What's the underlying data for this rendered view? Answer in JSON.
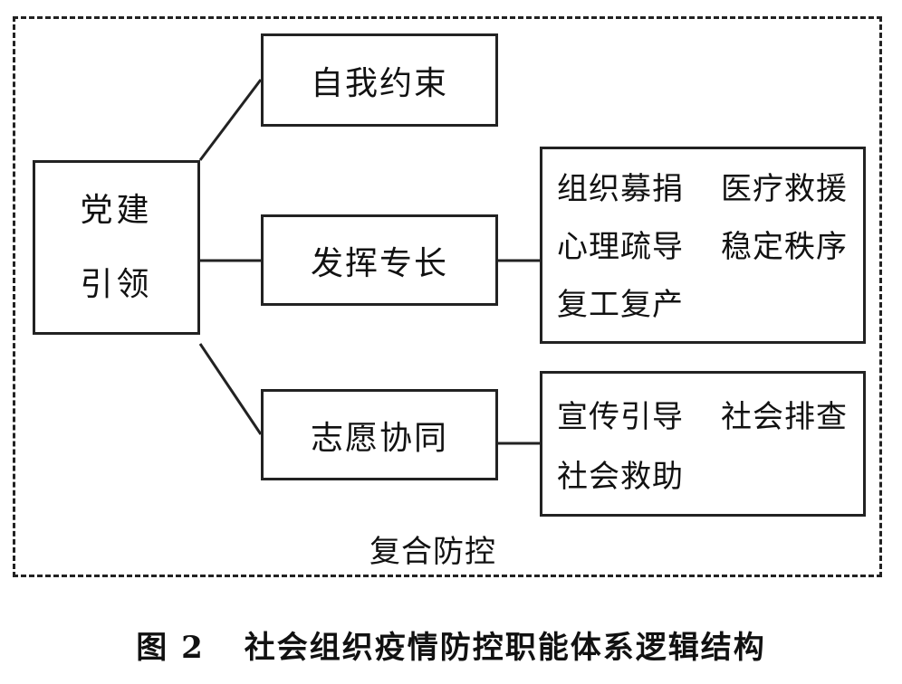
{
  "diagram": {
    "root": {
      "line1": "党建",
      "line2": "引领"
    },
    "branches": [
      {
        "label": "自我约束"
      },
      {
        "label": "发挥专长"
      },
      {
        "label": "志愿协同"
      }
    ],
    "details": {
      "expertise": [
        "组织募捐",
        "医疗救援",
        "心理疏导",
        "稳定秩序",
        "复工复产"
      ],
      "volunteer": [
        "宣传引导",
        "社会排查",
        "社会救助"
      ]
    },
    "frame_label": "复合防控"
  },
  "caption": {
    "number": "图 2",
    "title": "社会组织疫情防控职能体系逻辑结构"
  }
}
